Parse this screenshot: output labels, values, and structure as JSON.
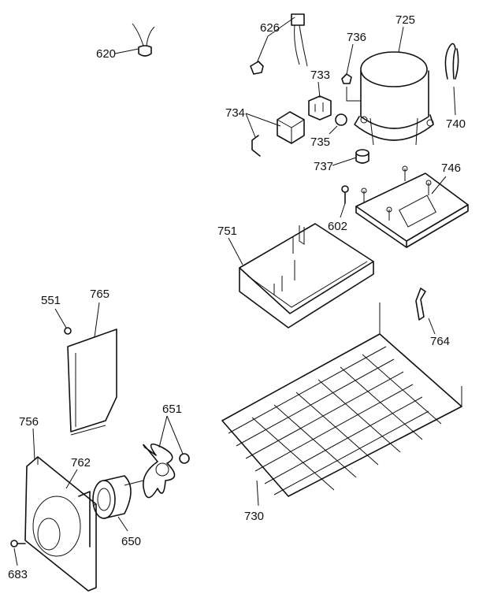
{
  "parts": [
    {
      "key": "p620",
      "label": "620"
    },
    {
      "key": "p626",
      "label": "626"
    },
    {
      "key": "p736",
      "label": "736"
    },
    {
      "key": "p725",
      "label": "725"
    },
    {
      "key": "p733",
      "label": "733"
    },
    {
      "key": "p734",
      "label": "734"
    },
    {
      "key": "p735",
      "label": "735"
    },
    {
      "key": "p740",
      "label": "740"
    },
    {
      "key": "p737",
      "label": "737"
    },
    {
      "key": "p746",
      "label": "746"
    },
    {
      "key": "p602",
      "label": "602"
    },
    {
      "key": "p751",
      "label": "751"
    },
    {
      "key": "p551",
      "label": "551"
    },
    {
      "key": "p765",
      "label": "765"
    },
    {
      "key": "p764",
      "label": "764"
    },
    {
      "key": "p651",
      "label": "651"
    },
    {
      "key": "p756",
      "label": "756"
    },
    {
      "key": "p762",
      "label": "762"
    },
    {
      "key": "p730",
      "label": "730"
    },
    {
      "key": "p650",
      "label": "650"
    },
    {
      "key": "p683",
      "label": "683"
    }
  ],
  "colors": {
    "ink": "#111111",
    "background": "#ffffff"
  }
}
